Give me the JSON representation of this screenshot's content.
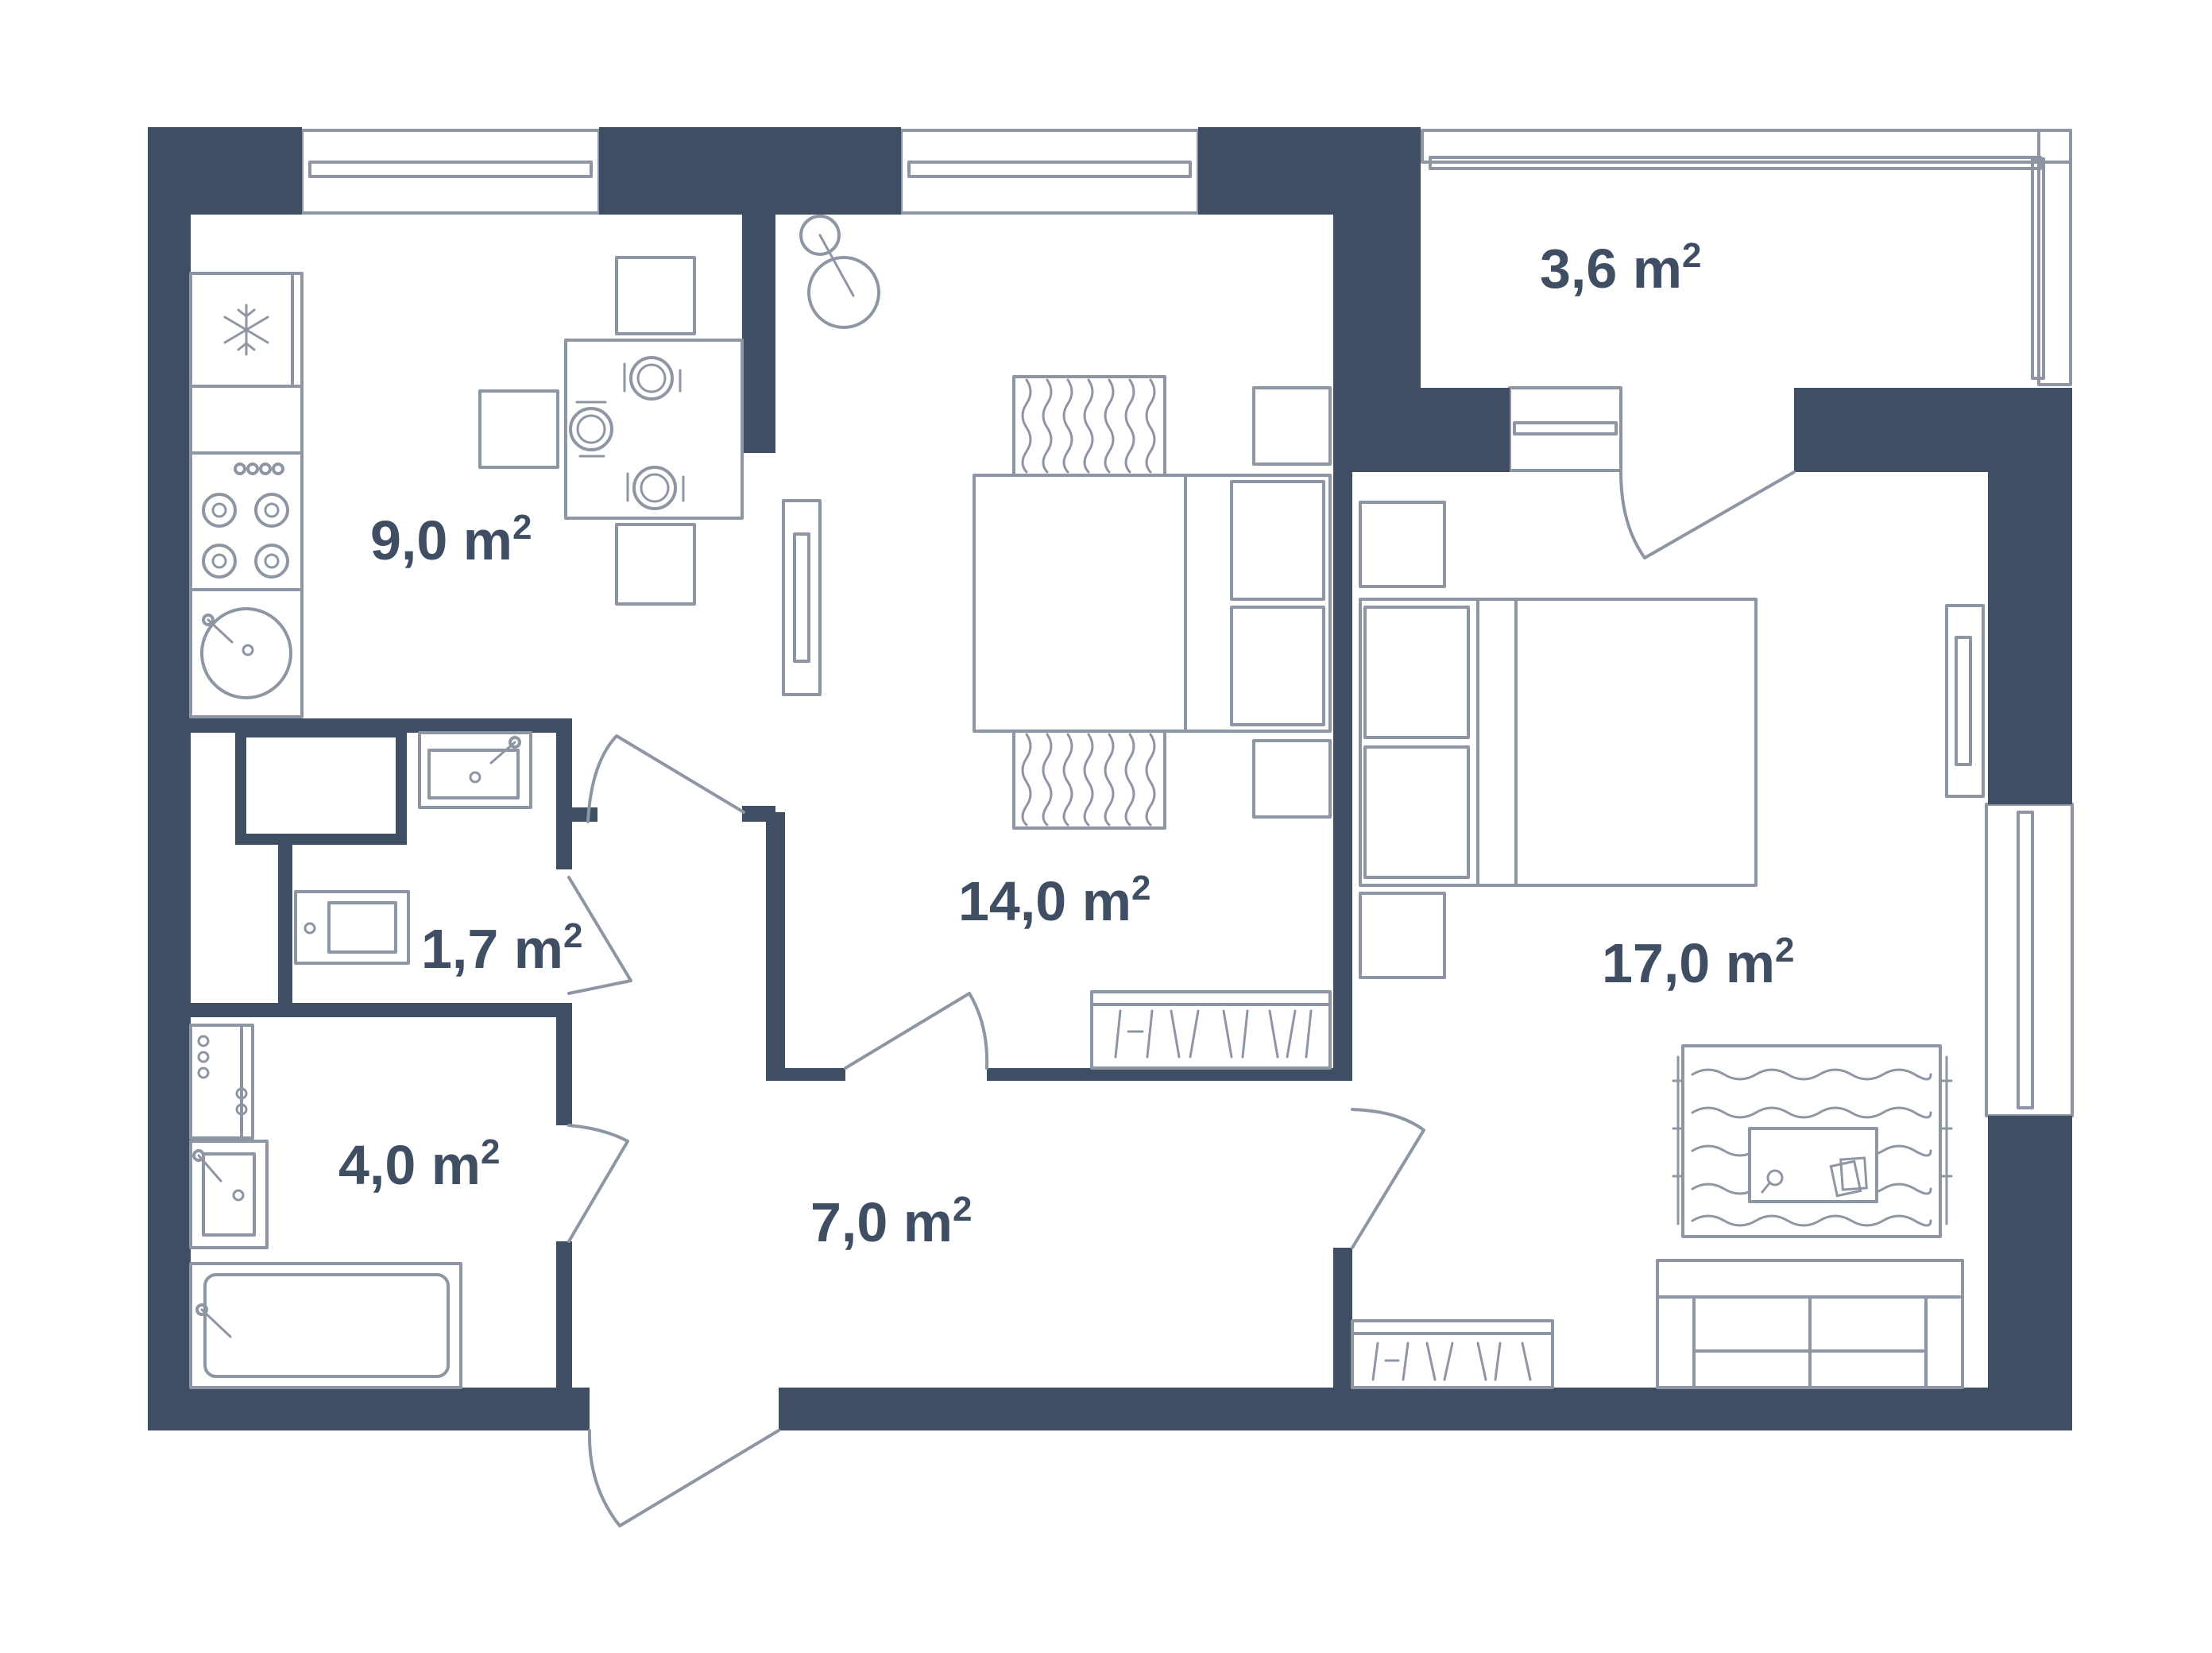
{
  "floorplan": {
    "rooms": [
      {
        "id": "kitchen",
        "area": "9,0",
        "unit": "m",
        "exp": "2"
      },
      {
        "id": "bedroom",
        "area": "14,0",
        "unit": "m",
        "exp": "2"
      },
      {
        "id": "balcony",
        "area": "3,6",
        "unit": "m",
        "exp": "2"
      },
      {
        "id": "living-room",
        "area": "17,0",
        "unit": "m",
        "exp": "2"
      },
      {
        "id": "toilet",
        "area": "1,7",
        "unit": "m",
        "exp": "2"
      },
      {
        "id": "bathroom",
        "area": "4,0",
        "unit": "m",
        "exp": "2"
      },
      {
        "id": "hallway",
        "area": "7,0",
        "unit": "m",
        "exp": "2"
      }
    ],
    "colors": {
      "wall": "#3f4e63",
      "furniture_line": "#8e96a3",
      "background": "#ffffff"
    }
  }
}
